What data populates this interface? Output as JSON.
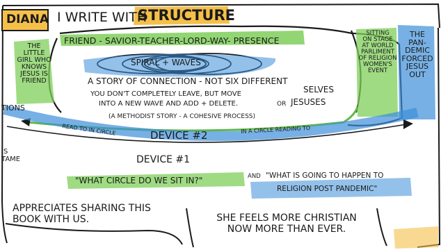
{
  "header": {
    "name_tag": "DIANA",
    "intro": "I WRITE WITH",
    "highlight": "STRUCTURE"
  },
  "left_column": {
    "little_girl": "THE\nLITTLE\nGIRL WHO\nKNOWS\nJESUS IS\nFRIEND",
    "tions": "TIONS",
    "is_tame": "IS\nTAME"
  },
  "top_line": "FRIEND - SAVIOR-TEACHER-LORD-WAY- PRESENCE",
  "spiral_label": "SPIRAL + WAVES",
  "middle": {
    "story": "A STORY OF CONNECTION - NOT SIX DIFFERENT",
    "move_line1": "YOU DON'T COMPLETELY LEAVE, BUT MOVE",
    "move_line2": "INTO A NEW WAVE AND ADD + DELETE.",
    "or": "OR",
    "selves": "SELVES",
    "jesuses": "JESUSES",
    "methodist": "(A METHODIST STORY - A COHESIVE PROCESS)"
  },
  "right_column": {
    "sitting": "SITTING\nON STAGE\nAT WORLD\nPARLIMENT\nOF RELIGION\nWOMEN'S\nEVENT",
    "pandemic": "THE\nPAN-\nDEMIC\nFORCED\nJESUS\nOUT"
  },
  "circle": {
    "read_left": "READ TO IN CIRCLE",
    "device2": "DEVICE #2",
    "read_right": "IN A CIRCLE READING TO"
  },
  "device1": "DEVICE #1",
  "questions": {
    "q1": "\"WHAT CIRCLE DO WE SIT IN?\"",
    "and": "AND",
    "q2_line1": "\"WHAT IS GOING TO HAPPEN TO",
    "q2_line2": "RELIGION POST PANDEMIC\""
  },
  "bottom": {
    "appreciates": "APPRECIATES SHARING THIS\nBOOK WITH US.",
    "feels": "SHE FEELS MORE CHRISTIAN\nNOW MORE THAN EVER."
  },
  "colors": {
    "name_tag_fill": "#f5c04a",
    "structure_fill": "#f5c04a",
    "green_highlight": "#7fcf5a",
    "blue_highlight": "#3d8ed8",
    "ink": "#1a1a1a"
  },
  "icons": {
    "spiral": "spiral-icon",
    "circle_arrow": "circle-arrow-icon"
  }
}
